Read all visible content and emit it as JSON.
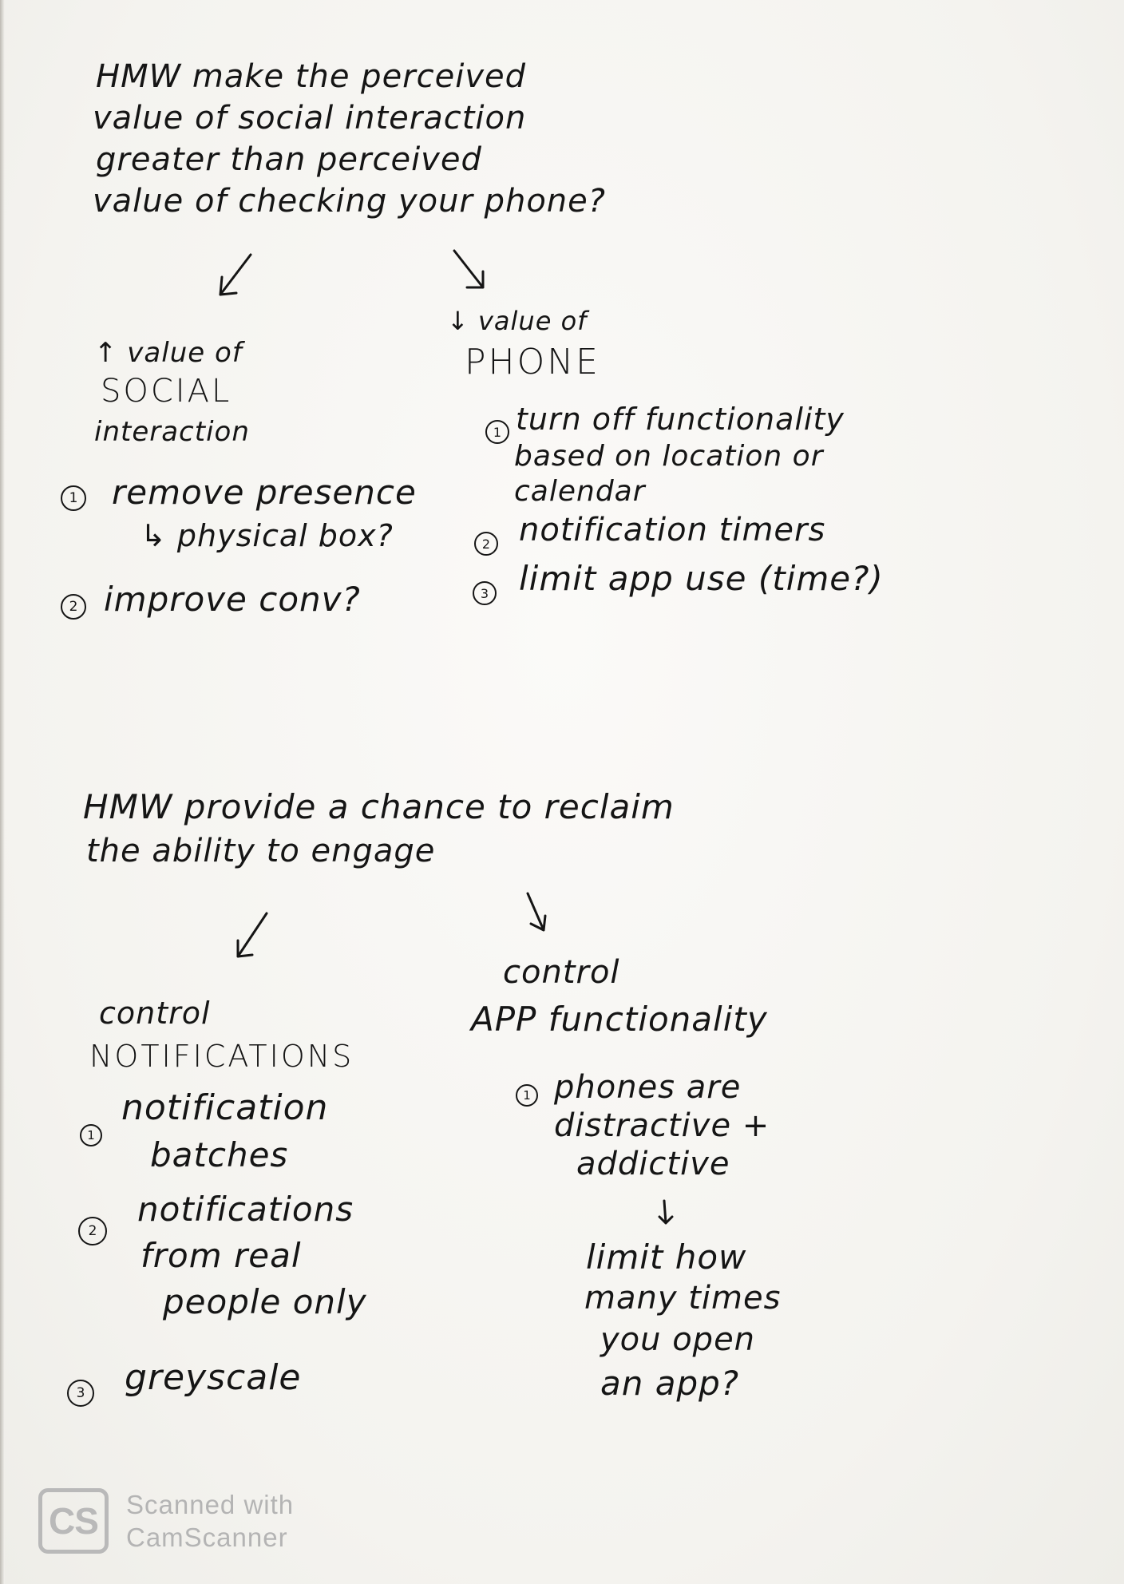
{
  "section1": {
    "question": [
      "HMW make the perceived",
      "value of social interaction",
      "greater than perceived",
      "value of checking your phone?"
    ],
    "left": {
      "heading": [
        "↑ value of",
        "SOCIAL",
        "interaction"
      ],
      "items": [
        {
          "num": "1",
          "lines": [
            "remove presence",
            "↳ physical box?"
          ]
        },
        {
          "num": "2",
          "lines": [
            "improve conv?"
          ]
        }
      ]
    },
    "right": {
      "heading": [
        "↓ value of",
        "PHONE"
      ],
      "items": [
        {
          "num": "1",
          "lines": [
            "turn off functionality",
            "based on location or",
            "calendar"
          ]
        },
        {
          "num": "2",
          "lines": [
            "notification timers"
          ]
        },
        {
          "num": "3",
          "lines": [
            "limit app use (time?)"
          ]
        }
      ]
    }
  },
  "section2": {
    "question": [
      "HMW provide a chance to reclaim",
      "the ability to engage"
    ],
    "left": {
      "heading": [
        "control",
        "NOTIFICATIONS"
      ],
      "items": [
        {
          "num": "1",
          "lines": [
            "notification",
            "batches"
          ]
        },
        {
          "num": "2",
          "lines": [
            "notifications",
            "from real",
            "people only"
          ]
        },
        {
          "num": "3",
          "lines": [
            "greyscale"
          ]
        }
      ]
    },
    "right": {
      "heading": [
        "control",
        "APP functionality"
      ],
      "item": {
        "num": "1",
        "lines": [
          "phones are",
          "distractive +",
          "addictive"
        ]
      },
      "followup": [
        "limit how",
        "many times",
        "you open",
        "an app?"
      ]
    }
  },
  "watermark": {
    "logo": "CS",
    "line1": "Scanned with",
    "line2": "CamScanner"
  }
}
